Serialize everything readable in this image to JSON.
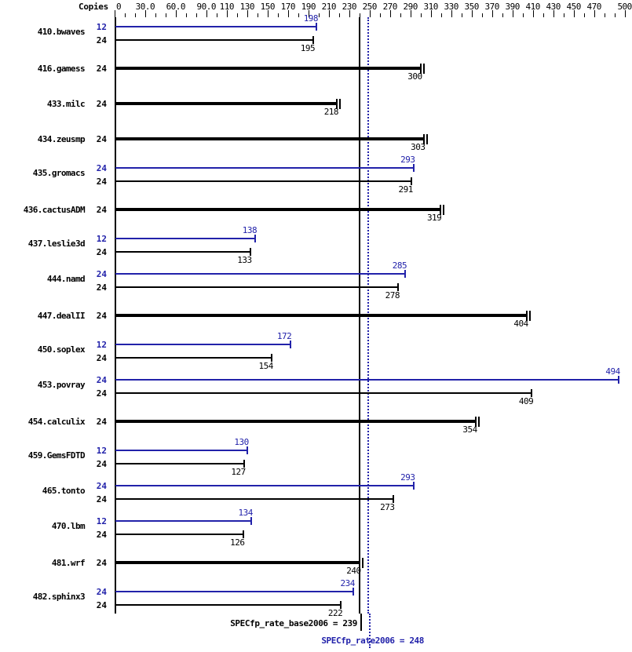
{
  "header": {
    "copies_label": "Copies"
  },
  "footer": {
    "base_summary": "SPECfp_rate_base2006 = 239",
    "peak_summary": "SPECfp_rate2006 = 248"
  },
  "colors": {
    "peak": "#2222aa",
    "base": "#000000",
    "background": "#ffffff"
  },
  "chart_data": {
    "type": "bar",
    "orientation": "horizontal",
    "title": "",
    "xlabel": "",
    "ylabel": "",
    "xlim": [
      0,
      505
    ],
    "grid": false,
    "legend": "none",
    "x_tick_labels": [
      "0",
      "30.0",
      "60.0",
      "90.0",
      "110",
      "130",
      "150",
      "170",
      "190",
      "210",
      "230",
      "250",
      "270",
      "290",
      "310",
      "330",
      "350",
      "370",
      "390",
      "410",
      "430",
      "450",
      "470",
      "500"
    ],
    "x_tick_values": [
      0,
      30,
      60,
      90,
      110,
      130,
      150,
      170,
      190,
      210,
      230,
      250,
      270,
      290,
      310,
      330,
      350,
      370,
      390,
      410,
      430,
      450,
      470,
      500
    ],
    "x_minor_step": 10,
    "reference_lines": [
      {
        "name": "SPECfp_rate_base2006",
        "value": 239,
        "style": "solid",
        "color": "#000000"
      },
      {
        "name": "SPECfp_rate2006",
        "value": 248,
        "style": "dotted",
        "color": "#2222aa"
      }
    ],
    "series": [
      {
        "name": "peak",
        "color": "#2222aa",
        "label": "SPECfp_rate2006"
      },
      {
        "name": "base",
        "color": "#000000",
        "label": "SPECfp_rate_base2006"
      }
    ],
    "categories": [
      "410.bwaves",
      "416.gamess",
      "433.milc",
      "434.zeusmp",
      "435.gromacs",
      "436.cactusADM",
      "437.leslie3d",
      "444.namd",
      "447.dealII",
      "450.soplex",
      "453.povray",
      "454.calculix",
      "459.GemsFDTD",
      "465.tonto",
      "470.lbm",
      "481.wrf",
      "482.sphinx3"
    ],
    "benchmarks": [
      {
        "name": "410.bwaves",
        "bars": [
          {
            "series": "peak",
            "copies": "12",
            "value": 198
          },
          {
            "series": "base",
            "copies": "24",
            "value": 195
          }
        ]
      },
      {
        "name": "416.gamess",
        "bars": [
          {
            "series": "base",
            "copies": "24",
            "value": 300,
            "same": true
          }
        ]
      },
      {
        "name": "433.milc",
        "bars": [
          {
            "series": "base",
            "copies": "24",
            "value": 218,
            "same": true
          }
        ]
      },
      {
        "name": "434.zeusmp",
        "bars": [
          {
            "series": "base",
            "copies": "24",
            "value": 303,
            "same": true
          }
        ]
      },
      {
        "name": "435.gromacs",
        "bars": [
          {
            "series": "peak",
            "copies": "24",
            "value": 293
          },
          {
            "series": "base",
            "copies": "24",
            "value": 291
          }
        ]
      },
      {
        "name": "436.cactusADM",
        "bars": [
          {
            "series": "base",
            "copies": "24",
            "value": 319,
            "same": true
          }
        ]
      },
      {
        "name": "437.leslie3d",
        "bars": [
          {
            "series": "peak",
            "copies": "12",
            "value": 138
          },
          {
            "series": "base",
            "copies": "24",
            "value": 133
          }
        ]
      },
      {
        "name": "444.namd",
        "bars": [
          {
            "series": "peak",
            "copies": "24",
            "value": 285
          },
          {
            "series": "base",
            "copies": "24",
            "value": 278
          }
        ]
      },
      {
        "name": "447.dealII",
        "bars": [
          {
            "series": "base",
            "copies": "24",
            "value": 404,
            "same": true
          }
        ]
      },
      {
        "name": "450.soplex",
        "bars": [
          {
            "series": "peak",
            "copies": "12",
            "value": 172
          },
          {
            "series": "base",
            "copies": "24",
            "value": 154
          }
        ]
      },
      {
        "name": "453.povray",
        "bars": [
          {
            "series": "peak",
            "copies": "24",
            "value": 494
          },
          {
            "series": "base",
            "copies": "24",
            "value": 409
          }
        ]
      },
      {
        "name": "454.calculix",
        "bars": [
          {
            "series": "base",
            "copies": "24",
            "value": 354,
            "same": true
          }
        ]
      },
      {
        "name": "459.GemsFDTD",
        "bars": [
          {
            "series": "peak",
            "copies": "12",
            "value": 130
          },
          {
            "series": "base",
            "copies": "24",
            "value": 127
          }
        ]
      },
      {
        "name": "465.tonto",
        "bars": [
          {
            "series": "peak",
            "copies": "24",
            "value": 293
          },
          {
            "series": "base",
            "copies": "24",
            "value": 273
          }
        ]
      },
      {
        "name": "470.lbm",
        "bars": [
          {
            "series": "peak",
            "copies": "12",
            "value": 134
          },
          {
            "series": "base",
            "copies": "24",
            "value": 126
          }
        ]
      },
      {
        "name": "481.wrf",
        "bars": [
          {
            "series": "base",
            "copies": "24",
            "value": 240,
            "same": true
          }
        ]
      },
      {
        "name": "482.sphinx3",
        "bars": [
          {
            "series": "peak",
            "copies": "24",
            "value": 234
          },
          {
            "series": "base",
            "copies": "24",
            "value": 222
          }
        ]
      }
    ]
  }
}
